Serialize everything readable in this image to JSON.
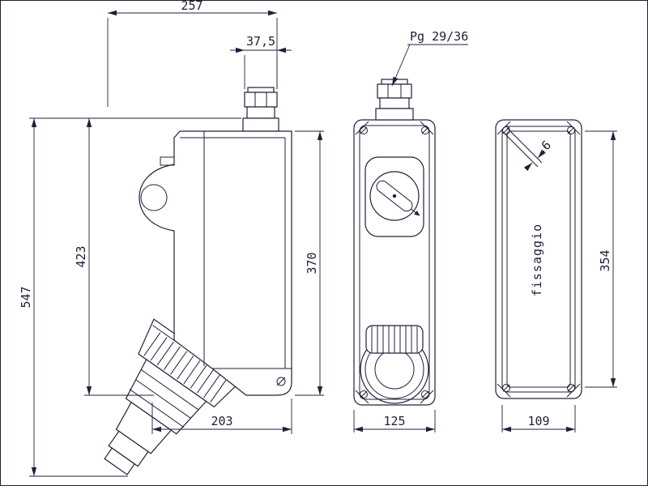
{
  "drawing": {
    "ink_color": "#20203a",
    "labels": {
      "gland_thread": "Pg 29/36",
      "mounting": "fissaggio"
    },
    "dims": {
      "overall_depth": "257",
      "gland_width": "37,5",
      "total_height": "547",
      "body_height": "423",
      "front_height": "370",
      "bottom_depth": "203",
      "front_width": "125",
      "rear_height": "354",
      "rear_width": "109",
      "wall_thickness": "6"
    }
  }
}
